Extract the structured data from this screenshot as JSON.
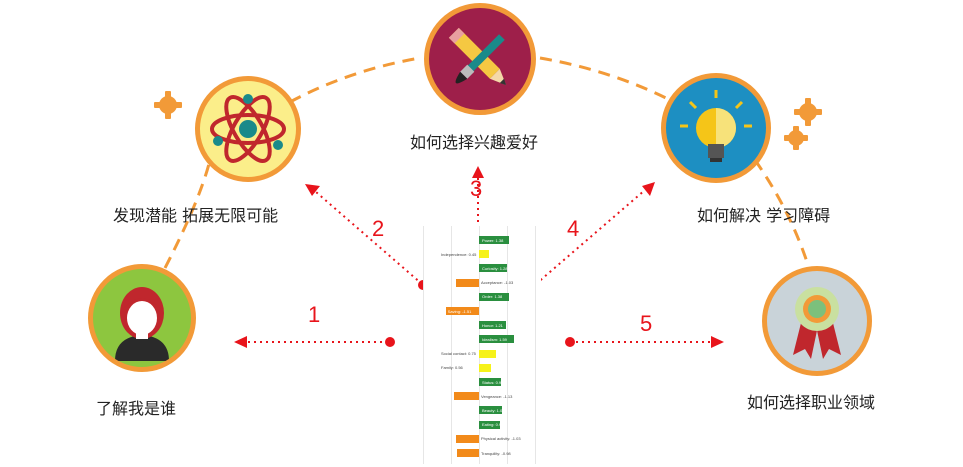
{
  "nodes": [
    {
      "id": "self",
      "label": "了解我是谁"
    },
    {
      "id": "potential",
      "label": "发现潜能  拓展无限可能"
    },
    {
      "id": "interest",
      "label": "如何选择兴趣爱好"
    },
    {
      "id": "learning",
      "label": "如何解决  学习障碍"
    },
    {
      "id": "career",
      "label": "如何选择职业领域"
    }
  ],
  "steps": [
    "1",
    "2",
    "3",
    "4",
    "5"
  ],
  "colors": {
    "accent": "#f29a38",
    "arrow": "#e8141b",
    "green": "#2a8f3f",
    "orange": "#f28a1a",
    "yellow": "#f6f21a"
  },
  "icons": [
    "person-icon",
    "atom-icon",
    "pencil-brush-icon",
    "lightbulb-icon",
    "medal-ribbon-icon",
    "gear-icon"
  ],
  "chart_data": {
    "type": "bar",
    "orientation": "horizontal",
    "categories": [
      "Power",
      "Independence",
      "Curiosity",
      "Acceptance",
      "Order",
      "Saving",
      "Honor",
      "Idealism",
      "Social contact",
      "Family",
      "Status",
      "Vengeance",
      "Beauty",
      "Eating",
      "Physical activity",
      "Tranquility"
    ],
    "values": [
      1.38,
      0.45,
      1.28,
      -1.03,
      1.38,
      -1.51,
      1.21,
      1.59,
      0.75,
      0.56,
      0.98,
      -1.13,
      1.03,
      0.94,
      -1.03,
      -0.98
    ],
    "bar_labels": [
      "Power: 1.38",
      "Independence: 0.45",
      "Curiosity: 1.28",
      "Acceptance: -1.03",
      "Order: 1.38",
      "Saving: -1.51",
      "Honor: 1.21",
      "Idealism: 1.59",
      "Social contact: 0.75",
      "Family: 0.56",
      "Status: 0.98",
      "Vengeance: -1.13",
      "Beauty: 1.03",
      "Eating: 0.94",
      "Physical activity: -1.03",
      "Tranquility: -0.98"
    ],
    "bar_colors": [
      "green",
      "yellow",
      "green",
      "orange",
      "green",
      "orange",
      "green",
      "green",
      "yellow",
      "yellow",
      "green",
      "orange",
      "green",
      "green",
      "orange",
      "orange"
    ]
  }
}
